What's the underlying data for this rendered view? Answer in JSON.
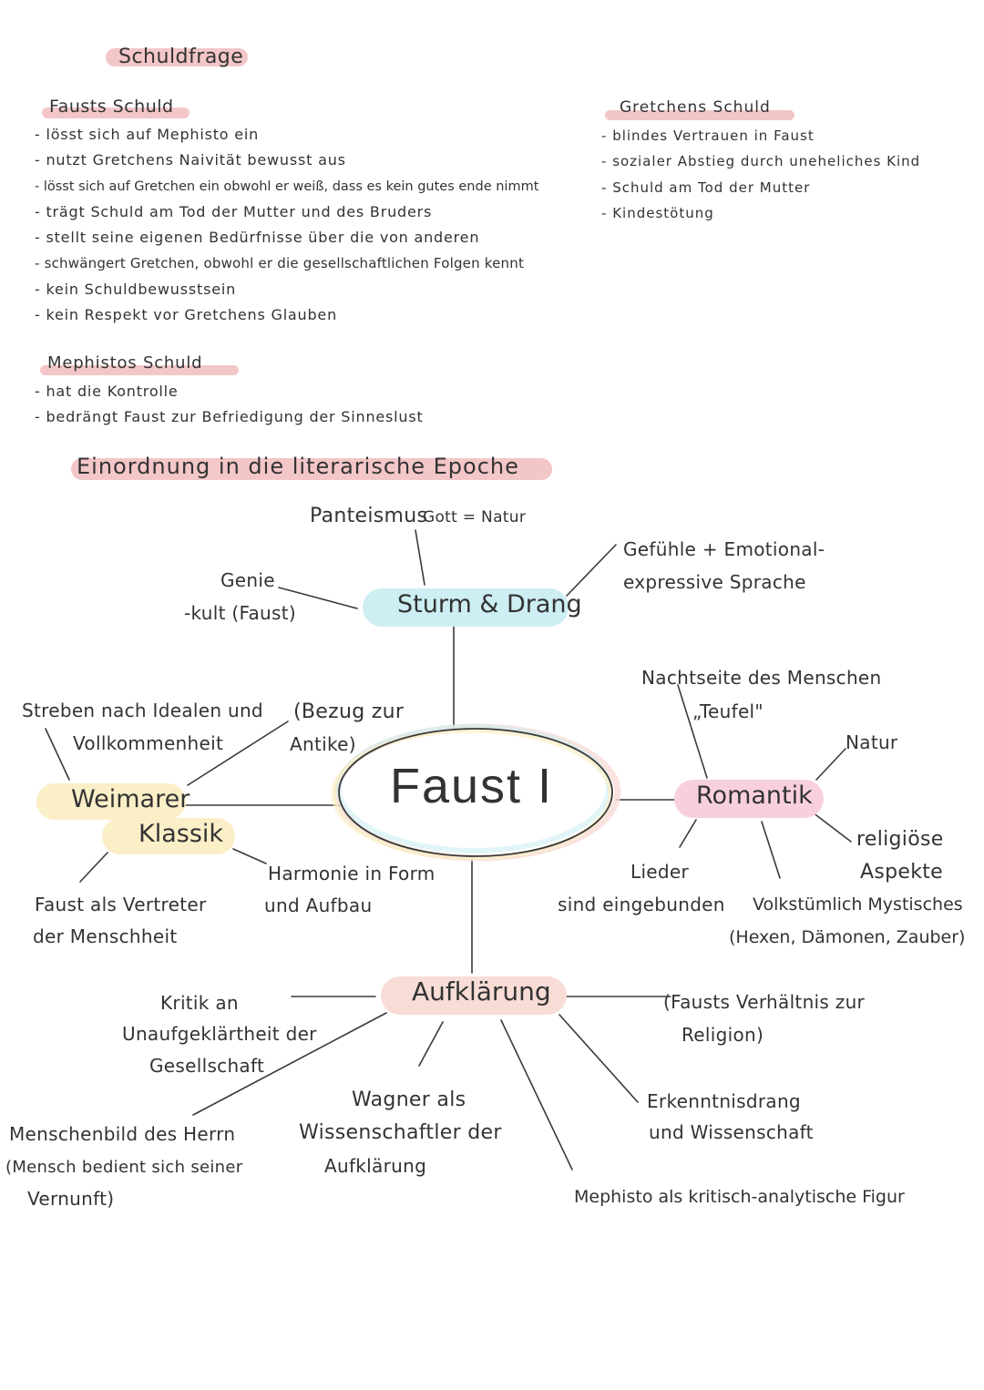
{
  "colors": {
    "highlight_pink": "#f3c6c8",
    "highlight_blue": "#cdeef3",
    "highlight_yellow": "#fbefc8",
    "highlight_peach": "#f8dcd6",
    "ink": "#333333"
  },
  "section1": {
    "title": "Schuldfrage",
    "faust": {
      "heading": "Fausts Schuld",
      "items": [
        "lösst sich auf Mephisto ein",
        "nutzt Gretchens Naivität bewusst aus",
        "lösst sich auf Gretchen ein obwohl er weiß, dass es kein gutes ende nimmt",
        "trägt Schuld am Tod der Mutter und des Bruders",
        "stellt seine eigenen Bedürfnisse über die von anderen",
        "schwängert Gretchen, obwohl er die gesellschaftlichen Folgen kennt",
        "kein Schuldbewusstsein",
        "kein Respekt vor Gretchens Glauben"
      ]
    },
    "gretchen": {
      "heading": "Gretchens Schuld",
      "items": [
        "blindes Vertrauen in Faust",
        "sozialer Abstieg durch uneheliches Kind",
        "Schuld am Tod der Mutter",
        "Kindestötung"
      ]
    },
    "mephisto": {
      "heading": "Mephistos Schuld",
      "items": [
        "hat die Kontrolle",
        "bedrängt Faust zur Befriedigung der Sinneslust"
      ]
    }
  },
  "section2": {
    "title": "Einordnung in die literarische Epoche",
    "center": "Faust I",
    "sturm": {
      "label": "Sturm & Drang",
      "pantheismus": "Panteismus",
      "gott_natur": "Gott = Natur",
      "genie_1": "Genie",
      "genie_2": "-kult (Faust)",
      "gefuehle_1": "Gefühle + Emotional-",
      "gefuehle_2": "expressive Sprache"
    },
    "weimar": {
      "label_1": "Weimarer",
      "label_2": "Klassik",
      "streben_1": "Streben nach Idealen und",
      "streben_2": "Vollkommenheit",
      "bezug_1": "(Bezug zur",
      "bezug_2": "Antike)",
      "vertreter_1": "Faust als Vertreter",
      "vertreter_2": "der Menschheit",
      "harmonie_1": "Harmonie in Form",
      "harmonie_2": "und Aufbau"
    },
    "romantik": {
      "label": "Romantik",
      "nachtseite_1": "Nachtseite des Menschen",
      "nachtseite_2": "„Teufel\"",
      "natur": "Natur",
      "religioese_1": "religiöse",
      "religioese_2": "Aspekte",
      "lieder_1": "Lieder",
      "lieder_2": "sind eingebunden",
      "volk_1": "Volkstümlich Mystisches",
      "volk_2": "(Hexen, Dämonen, Zauber)"
    },
    "aufklaerung": {
      "label": "Aufklärung",
      "kritik_1": "Kritik an",
      "kritik_2": "Unaufgeklärtheit der",
      "kritik_3": "Gesellschaft",
      "verhaeltnis_1": "(Fausts Verhältnis zur",
      "verhaeltnis_2": "Religion)",
      "menschenbild_1": "Menschenbild des Herrn",
      "menschenbild_2": "(Mensch bedient sich seiner",
      "menschenbild_3": "Vernunft)",
      "wagner_1": "Wagner als",
      "wagner_2": "Wissenschaftler der",
      "wagner_3": "Aufklärung",
      "erkenntnis_1": "Erkenntnisdrang",
      "erkenntnis_2": "und Wissenschaft",
      "mephisto": "Mephisto als kritisch-analytische Figur"
    }
  }
}
